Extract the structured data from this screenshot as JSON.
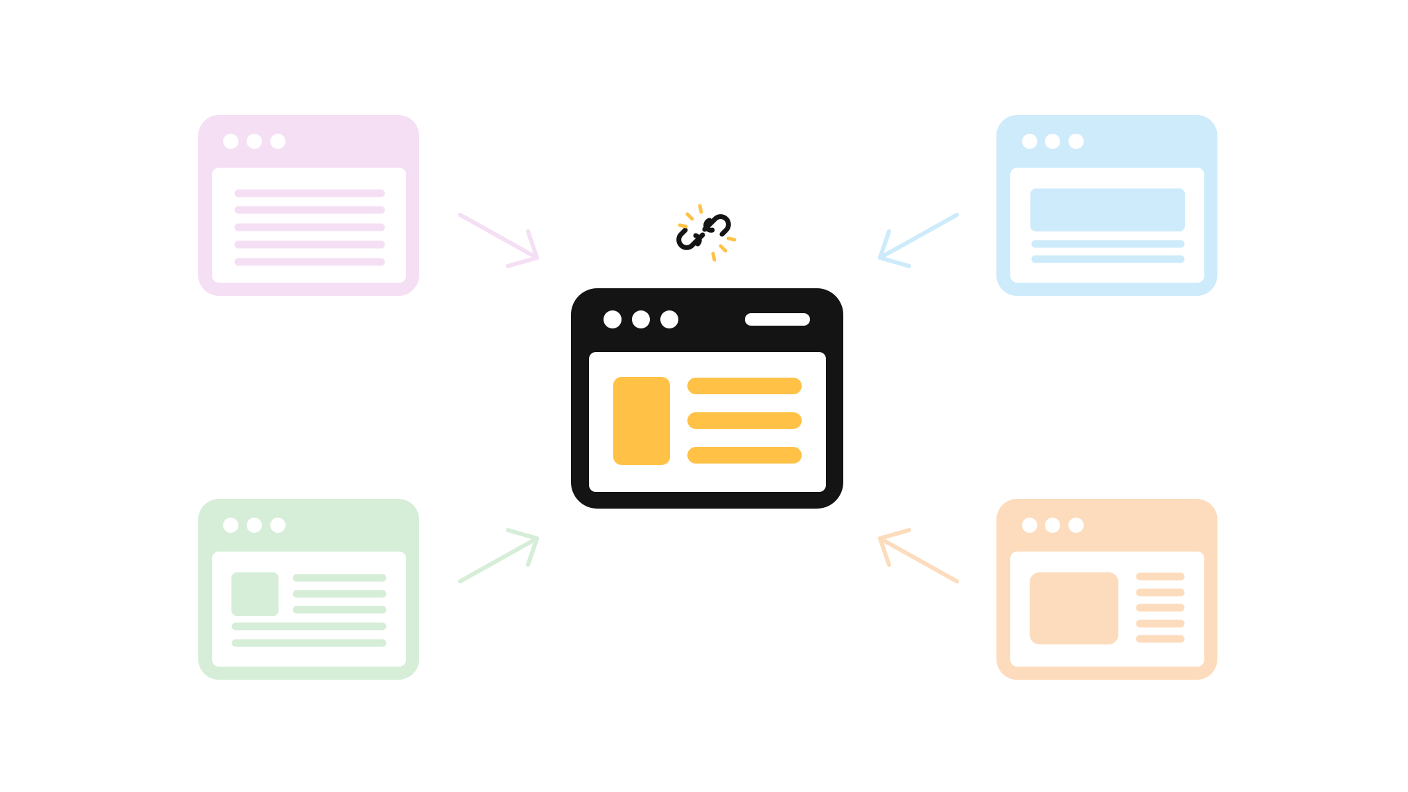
{
  "diagram": {
    "concept": "backlinks",
    "center_icon": "broken-link-icon",
    "colors": {
      "background": "#ffffff",
      "center_window": "#141414",
      "center_accent": "#ffc247",
      "pink": "#f5dff4",
      "blue": "#cdebfb",
      "green": "#d6eed8",
      "orange": "#fddcbd"
    },
    "source_windows": [
      {
        "id": "pink",
        "layout": "text-lines",
        "position": "top-left",
        "arrow_icon": "arrow-down-right-icon"
      },
      {
        "id": "blue",
        "layout": "banner-lines",
        "position": "top-right",
        "arrow_icon": "arrow-down-left-icon"
      },
      {
        "id": "green",
        "layout": "image-text",
        "position": "bottom-left",
        "arrow_icon": "arrow-up-right-icon"
      },
      {
        "id": "orange",
        "layout": "image-list",
        "position": "bottom-right",
        "arrow_icon": "arrow-up-left-icon"
      }
    ],
    "center_window": {
      "layout": "card-with-lines",
      "icon": "browser-window-icon"
    }
  }
}
